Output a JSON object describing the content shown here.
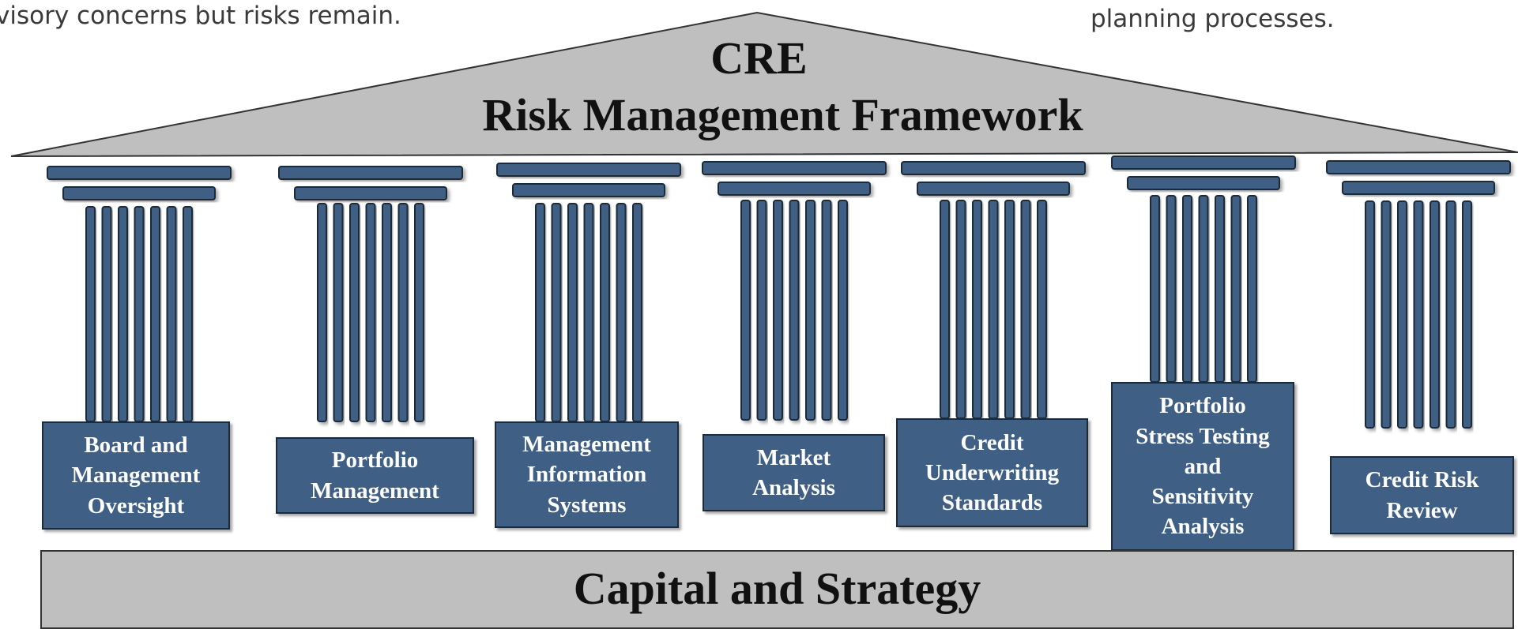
{
  "slide_text": {
    "left_fragment": "visory  concerns  but risks remain.",
    "right_fragment": "planning processes."
  },
  "roof": {
    "line1": "CRE",
    "line2": "Risk Management Framework"
  },
  "pillars": [
    {
      "id": "board",
      "label": "Board and\nManagement\nOversight"
    },
    {
      "id": "portfolio",
      "label": "Portfolio\nManagement"
    },
    {
      "id": "mis",
      "label": "Management\nInformation\nSystems"
    },
    {
      "id": "market",
      "label": "Market\nAnalysis"
    },
    {
      "id": "underwriting",
      "label": "Credit\nUnderwriting\nStandards"
    },
    {
      "id": "stress",
      "label": "Portfolio\nStress Testing\nand\nSensitivity\nAnalysis"
    },
    {
      "id": "review",
      "label": "Credit Risk\nReview"
    }
  ],
  "base": {
    "label": "Capital and Strategy"
  },
  "colors": {
    "roof_fill": "#bfbfbf",
    "pillar_fill": "#3f5f85",
    "pillar_stroke": "#1e2a38",
    "base_fill": "#bfbfbf"
  }
}
